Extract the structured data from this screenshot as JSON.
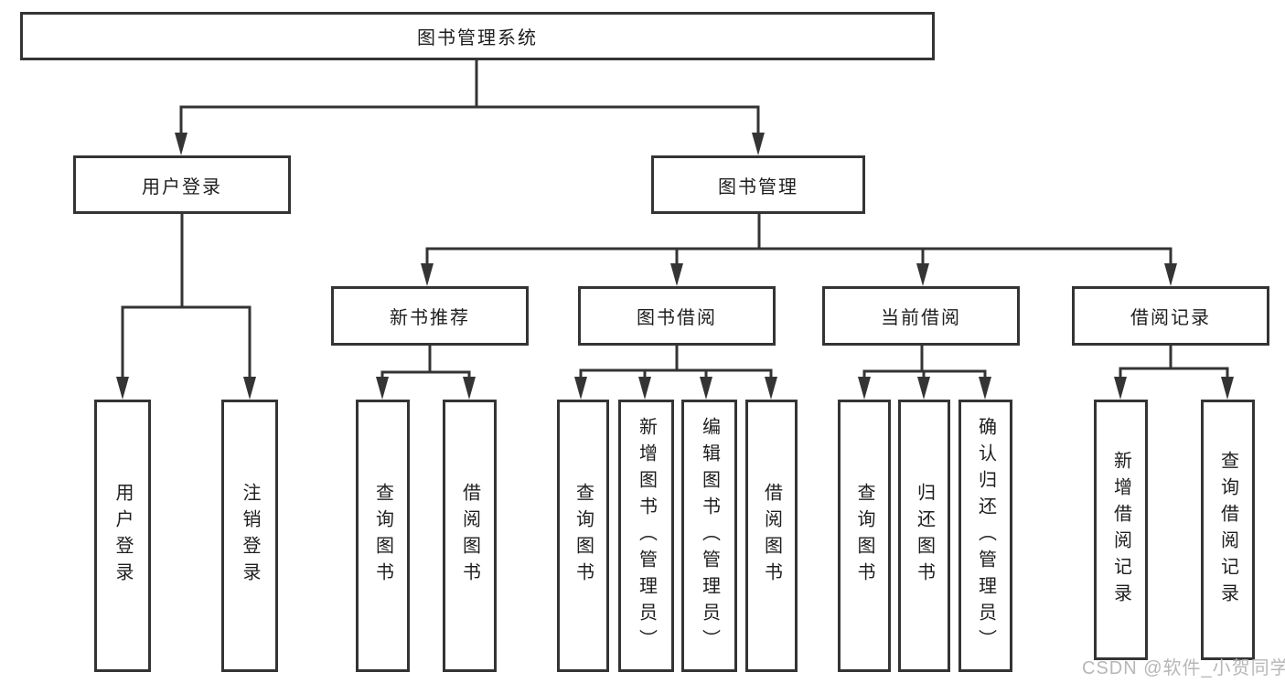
{
  "diagram": {
    "nodes": {
      "root": "图书管理系统",
      "user_login": "用户登录",
      "book_management": "图书管理",
      "new_book_recommend": "新书推荐",
      "book_borrow": "图书借阅",
      "current_borrow": "当前借阅",
      "borrow_records": "借阅记录",
      "leaf_user_login": "用户登录",
      "leaf_logout": "注销登录",
      "leaf_nb_query_books": "查询图书",
      "leaf_nb_borrow_books": "借阅图书",
      "leaf_bb_query_books": "查询图书",
      "leaf_bb_add_books": "新增图书（管理员）",
      "leaf_bb_edit_books": "编辑图书（管理员）",
      "leaf_bb_borrow_books": "借阅图书",
      "leaf_cb_query_books": "查询图书",
      "leaf_cb_return_books": "归还图书",
      "leaf_cb_confirm_return": "确认归还（管理员）",
      "leaf_br_add_record": "新增借阅记录",
      "leaf_br_query_record": "查询借阅记录"
    },
    "watermark": "CSDN @软件_小贺同学"
  }
}
